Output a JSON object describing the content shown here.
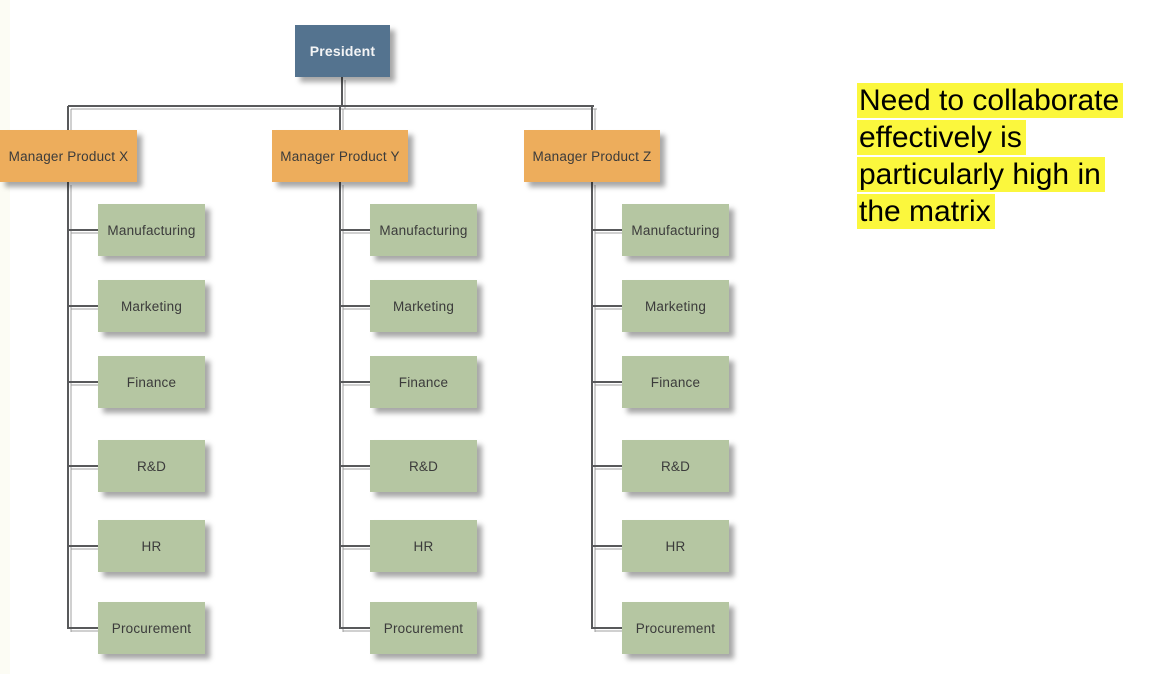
{
  "page": {
    "background_color": "#ffffff"
  },
  "diagram": {
    "type": "org-chart",
    "connector_color": "#58595b",
    "root": {
      "label": "President",
      "fill_color": "#54738f",
      "text_color": "#f3f4f5"
    },
    "manager_fill_color": "#edad5c",
    "department_fill_color": "#b5c6a2",
    "columns": [
      {
        "manager": "Manager Product X",
        "departments": [
          "Manufacturing",
          "Marketing",
          "Finance",
          "R&D",
          "HR",
          "Procurement"
        ]
      },
      {
        "manager": "Manager Product Y",
        "departments": [
          "Manufacturing",
          "Marketing",
          "Finance",
          "R&D",
          "HR",
          "Procurement"
        ]
      },
      {
        "manager": "Manager Product Z",
        "departments": [
          "Manufacturing",
          "Marketing",
          "Finance",
          "R&D",
          "HR",
          "Procurement"
        ]
      }
    ]
  },
  "annotation": {
    "highlight_color": "#fbf73d",
    "text_color": "#000000",
    "lines": [
      "Need to collaborate",
      "effectively is",
      "particularly high in",
      "the matrix"
    ]
  }
}
